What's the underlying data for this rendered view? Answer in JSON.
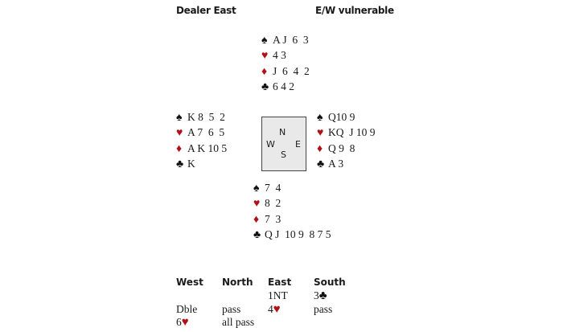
{
  "header": {
    "dealer": "Dealer East",
    "vulnerability": "E/W vulnerable"
  },
  "colors": {
    "red_suit": "#b01018",
    "black_suit": "#111111",
    "compass_bg": "#e9e9e9"
  },
  "suit_symbols": {
    "spades": "♠",
    "hearts": "♥",
    "diamonds": "♦",
    "clubs": "♣"
  },
  "hands": {
    "north": {
      "spades": "A J  6  3",
      "hearts": "4 3",
      "diamonds": "J  6  4  2",
      "clubs": "6 4 2"
    },
    "west": {
      "spades": "K 8  5  2",
      "hearts": "A 7  6  5",
      "diamonds": "A K 10 5",
      "clubs": "K"
    },
    "east": {
      "spades": "Q10 9",
      "hearts": "KQ  J 10 9",
      "diamonds": "Q 9  8",
      "clubs": "A 3"
    },
    "south": {
      "spades": "7  4",
      "hearts": "8  2",
      "diamonds": "7  3",
      "clubs": "Q J  10 9  8 7 5"
    }
  },
  "compass": {
    "n": "N",
    "s": "S",
    "e": "E",
    "w": "W"
  },
  "auction": {
    "headers": [
      "West",
      "North",
      "East",
      "South"
    ],
    "columns": [
      [
        "",
        "Dble",
        "6"
      ],
      [
        "",
        "pass",
        "all pass"
      ],
      [
        "1NT",
        "4",
        ""
      ],
      [
        "3",
        "pass",
        ""
      ]
    ],
    "bid_suits": [
      [
        "",
        "",
        "♥"
      ],
      [
        "",
        "",
        ""
      ],
      [
        "",
        "♥",
        ""
      ],
      [
        "♣",
        "",
        ""
      ]
    ]
  }
}
